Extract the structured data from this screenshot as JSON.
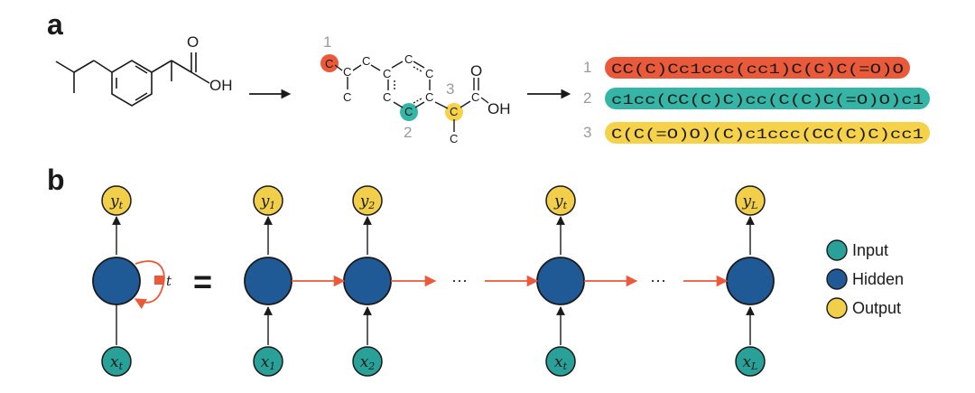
{
  "panels": {
    "a": "a",
    "b": "b"
  },
  "colors": {
    "input": "#2aa198",
    "hidden": "#1f5a96",
    "output": "#f2cf4a",
    "red": "#ea5a3a",
    "teal_highlight": "#35b5a5",
    "yellow_highlight": "#f5d24a",
    "index_gray": "#9a9a9a"
  },
  "molecule": {
    "hydroxyl": "OH",
    "oxygen": "O",
    "carbon": "C"
  },
  "atom_indices": [
    "1",
    "2",
    "3"
  ],
  "smiles": [
    {
      "index": "1",
      "text": "CC(C)Cc1ccc(cc1)C(C)C(=O)O",
      "color": "#ea5a3a"
    },
    {
      "index": "2",
      "text": "c1cc(CC(C)C)cc(C(C)C(=O)O)c1",
      "color": "#35b5a5"
    },
    {
      "index": "3",
      "text": "C(C(=O)O)(C)c1ccc(CC(C)C)cc1",
      "color": "#f5d24a"
    }
  ],
  "rnn": {
    "equals": "=",
    "loop_label": "t",
    "ellipsis": "···",
    "rolled": {
      "output": {
        "base": "y",
        "sub": "t"
      },
      "input": {
        "base": "x",
        "sub": "t"
      }
    },
    "unrolled": [
      {
        "output": {
          "base": "y",
          "sub": "1"
        },
        "input": {
          "base": "x",
          "sub": "1"
        }
      },
      {
        "output": {
          "base": "y",
          "sub": "2"
        },
        "input": {
          "base": "x",
          "sub": "2"
        }
      },
      {
        "output": {
          "base": "y",
          "sub": "t"
        },
        "input": {
          "base": "x",
          "sub": "t"
        }
      },
      {
        "output": {
          "base": "y",
          "sub": "L"
        },
        "input": {
          "base": "x",
          "sub": "L"
        }
      }
    ]
  },
  "legend": [
    {
      "label": "Input",
      "color": "#2aa198"
    },
    {
      "label": "Hidden",
      "color": "#1f5a96"
    },
    {
      "label": "Output",
      "color": "#f2cf4a"
    }
  ],
  "icons": {
    "arrow": "right-arrow-icon",
    "loop": "recurrent-loop-icon"
  }
}
